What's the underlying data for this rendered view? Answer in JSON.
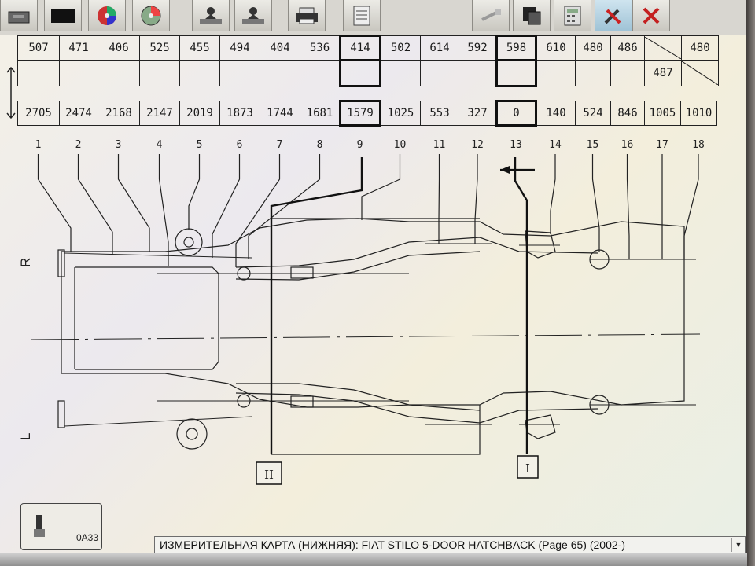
{
  "window": {
    "status_text": "ИЗМЕРИТЕЛЬНАЯ КАРТА (НИЖНЯЯ): FIAT STILO 5-DOOR HATCHBACK (Page 65) (2002-)"
  },
  "toolbar": {
    "buttons": [
      {
        "name": "file-button",
        "icon": "drawer-icon"
      },
      {
        "name": "folder-button",
        "icon": "black-box-icon"
      },
      {
        "name": "color-disc-button",
        "icon": "color-disc-icon"
      },
      {
        "name": "cd-button",
        "icon": "cd-icon"
      },
      {
        "name": "measure-1-button",
        "icon": "operator-icon"
      },
      {
        "name": "measure-2-button",
        "icon": "operator-icon"
      },
      {
        "name": "print-button",
        "icon": "printer-icon"
      },
      {
        "name": "report-button",
        "icon": "document-icon"
      },
      {
        "name": "tools-light-button",
        "icon": "tools-icon"
      },
      {
        "name": "copy-button",
        "icon": "copy-icon"
      },
      {
        "name": "calculator-button",
        "icon": "calculator-icon"
      },
      {
        "name": "settings-button",
        "icon": "hammer-wrench-icon"
      },
      {
        "name": "close-button",
        "icon": "close-icon"
      }
    ]
  },
  "measurements": {
    "heights": [
      "507",
      "471",
      "406",
      "525",
      "455",
      "494",
      "404",
      "536",
      "414",
      "502",
      "614",
      "592",
      "598",
      "610",
      "480",
      "486"
    ],
    "height_extra_top": "480",
    "height_extra_bottom": "487",
    "distances": [
      "2705",
      "2474",
      "2168",
      "2147",
      "2019",
      "1873",
      "1744",
      "1681",
      "1579",
      "1025",
      "553",
      "327",
      "0",
      "140",
      "524",
      "846",
      "1005",
      "1010"
    ],
    "column_numbers": [
      "1",
      "2",
      "3",
      "4",
      "5",
      "6",
      "7",
      "8",
      "9",
      "10",
      "11",
      "12",
      "13",
      "14",
      "15",
      "16",
      "17",
      "18"
    ]
  },
  "diagram": {
    "side_right": "R",
    "side_left": "L",
    "section_left": "II",
    "section_right": "I"
  },
  "side_panel": {
    "text": "0A33"
  },
  "colors": {
    "line": "#222222",
    "screen": "#f1eee4",
    "toolbar": "#d8d6d0"
  }
}
